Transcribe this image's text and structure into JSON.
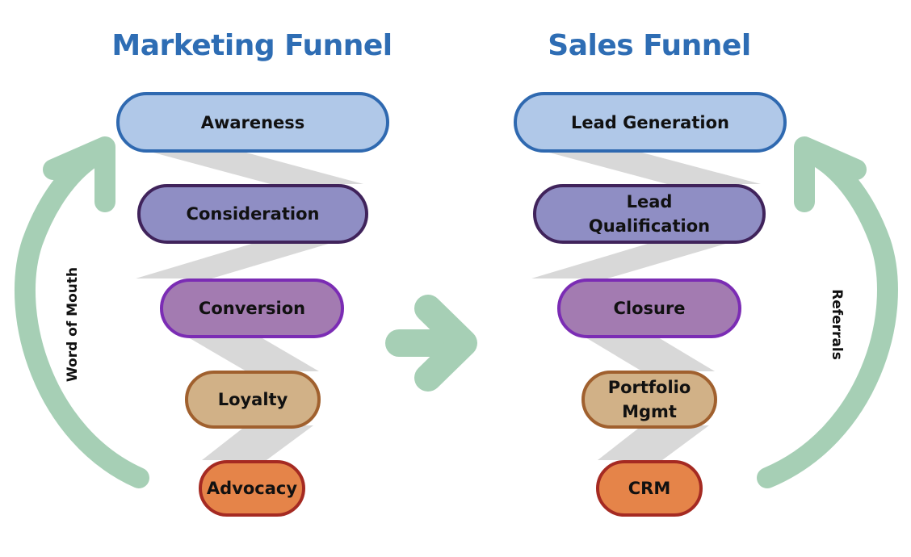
{
  "marketing_funnel": {
    "title": "Marketing Funnel",
    "stages": [
      "Awareness",
      "Consideration",
      "Conversion",
      "Loyalty",
      "Advocacy"
    ]
  },
  "sales_funnel": {
    "title": "Sales Funnel",
    "stages": [
      "Lead Generation",
      "Lead Qualification",
      "Closure",
      "Portfolio Mgmt",
      "CRM"
    ]
  },
  "loops": {
    "left_label": "Word of Mouth",
    "right_label": "Referrals"
  },
  "colors": {
    "title": "#2e6db4",
    "stage_fills": [
      "#b0c8e8",
      "#8f8ec4",
      "#a37bb1",
      "#d1b187",
      "#e58449"
    ],
    "stage_borders": [
      "#2f69b0",
      "#40235b",
      "#7b2cb4",
      "#a0602e",
      "#a52a22"
    ],
    "ribbon": "#d8d8d8",
    "arrow": "#a6cfb5"
  }
}
